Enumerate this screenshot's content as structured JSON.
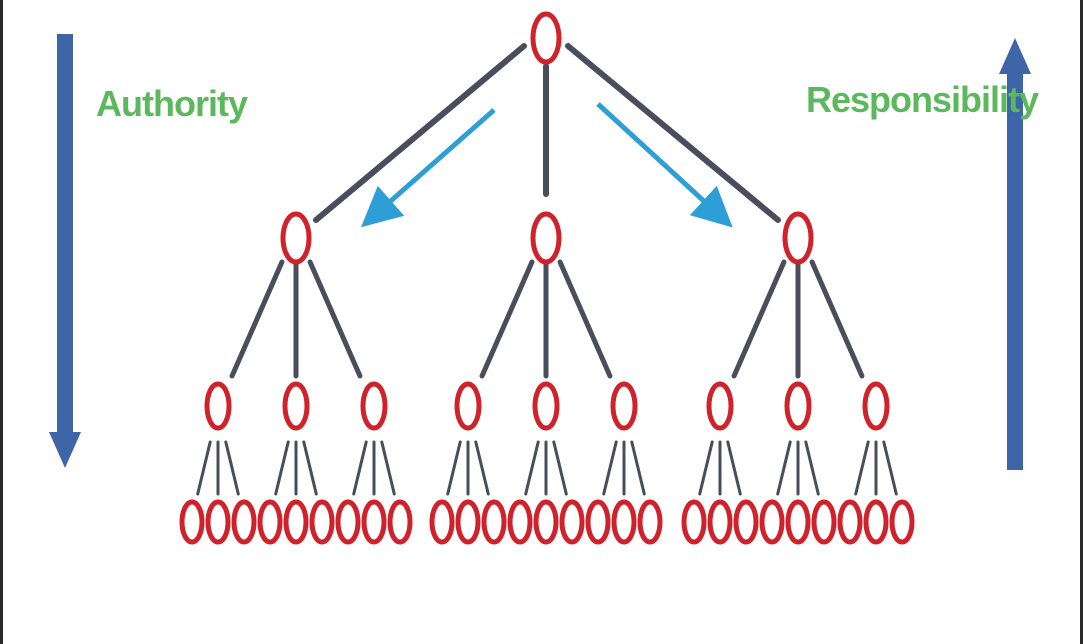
{
  "labels": {
    "left": "Authority",
    "right": "Responsibility"
  },
  "colors": {
    "node": "#d0222a",
    "edge": "#4a4d5c",
    "flow_arrow": "#2e9fd6",
    "side_arrow": "#3d65a8",
    "label": "#5cb85c"
  },
  "tree": {
    "levels": 4,
    "branching": [
      3,
      3,
      3
    ],
    "direction_arrows": [
      "left",
      "right"
    ]
  }
}
